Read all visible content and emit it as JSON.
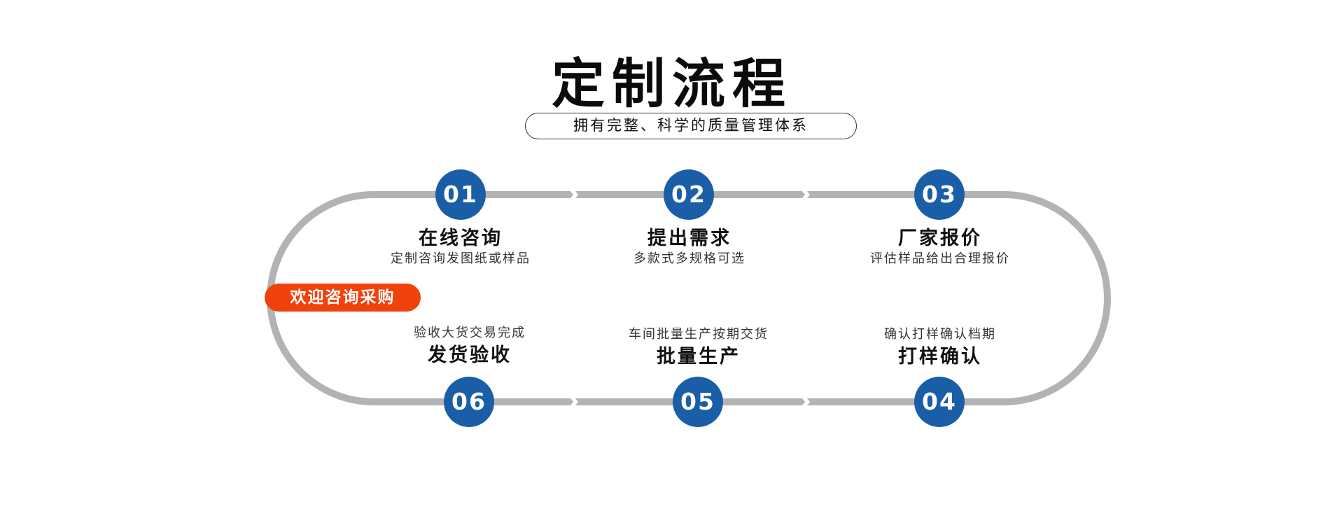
{
  "header": {
    "title": "定制流程",
    "subtitle": "拥有完整、科学的质量管理体系"
  },
  "badge": "欢迎咨询采购",
  "colors": {
    "step_circle": "#1b5ea8",
    "badge": "#f0420c",
    "track": "#b3b3b3"
  },
  "steps": [
    {
      "num": "01",
      "title": "在线咨询",
      "desc": "定制咨询发图纸或样品"
    },
    {
      "num": "02",
      "title": "提出需求",
      "desc": "多款式多规格可选"
    },
    {
      "num": "03",
      "title": "厂家报价",
      "desc": "评估样品给出合理报价"
    },
    {
      "num": "04",
      "title": "打样确认",
      "desc": "确认打样确认档期"
    },
    {
      "num": "05",
      "title": "批量生产",
      "desc": "车间批量生产按期交货"
    },
    {
      "num": "06",
      "title": "发货验收",
      "desc": "验收大货交易完成"
    }
  ]
}
